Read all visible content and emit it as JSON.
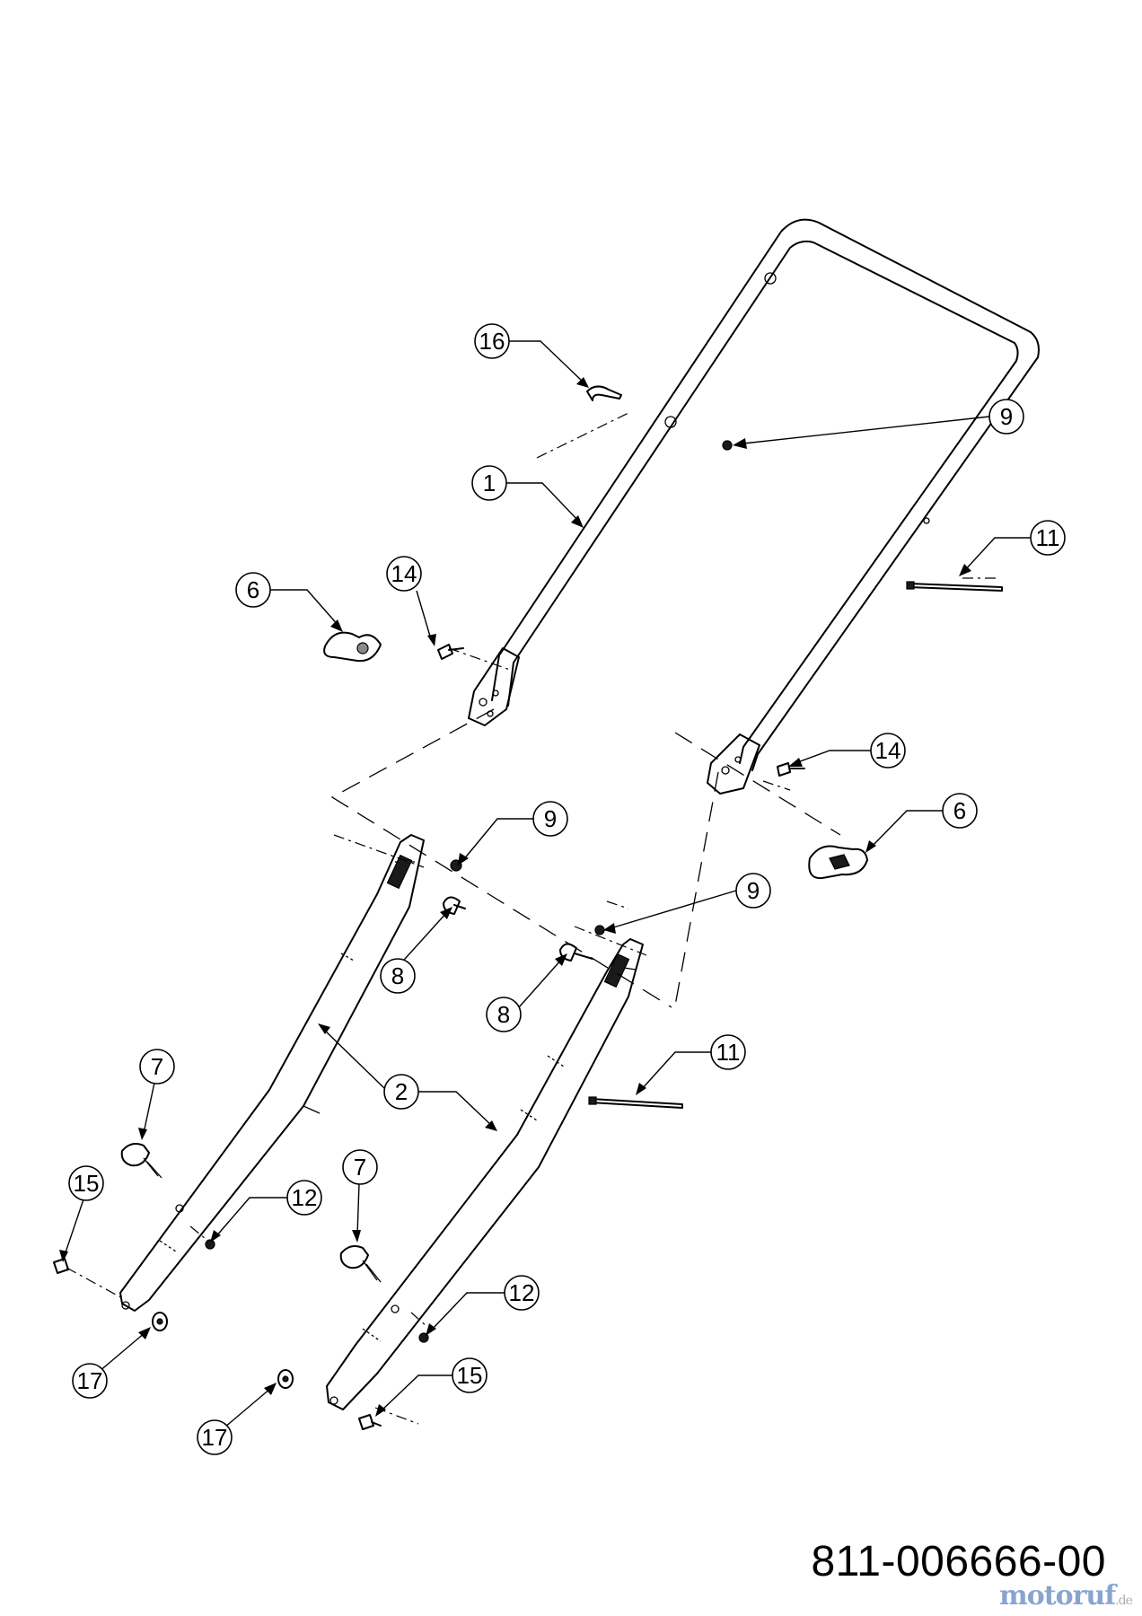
{
  "diagram": {
    "part_number": "811-006666-00",
    "watermark": {
      "brand": "motoruf",
      "tld": ".de"
    },
    "callouts": [
      {
        "id": "c16",
        "label": "16"
      },
      {
        "id": "c9a",
        "label": "9"
      },
      {
        "id": "c1",
        "label": "1"
      },
      {
        "id": "c11a",
        "label": "11"
      },
      {
        "id": "c6a",
        "label": "6"
      },
      {
        "id": "c14a",
        "label": "14"
      },
      {
        "id": "c14b",
        "label": "14"
      },
      {
        "id": "c6b",
        "label": "6"
      },
      {
        "id": "c9b",
        "label": "9"
      },
      {
        "id": "c9c",
        "label": "9"
      },
      {
        "id": "c8a",
        "label": "8"
      },
      {
        "id": "c8b",
        "label": "8"
      },
      {
        "id": "c11b",
        "label": "11"
      },
      {
        "id": "c7a",
        "label": "7"
      },
      {
        "id": "c2",
        "label": "2"
      },
      {
        "id": "c15a",
        "label": "15"
      },
      {
        "id": "c12a",
        "label": "12"
      },
      {
        "id": "c7b",
        "label": "7"
      },
      {
        "id": "c12b",
        "label": "12"
      },
      {
        "id": "c17a",
        "label": "17"
      },
      {
        "id": "c15b",
        "label": "15"
      },
      {
        "id": "c17b",
        "label": "17"
      }
    ]
  }
}
